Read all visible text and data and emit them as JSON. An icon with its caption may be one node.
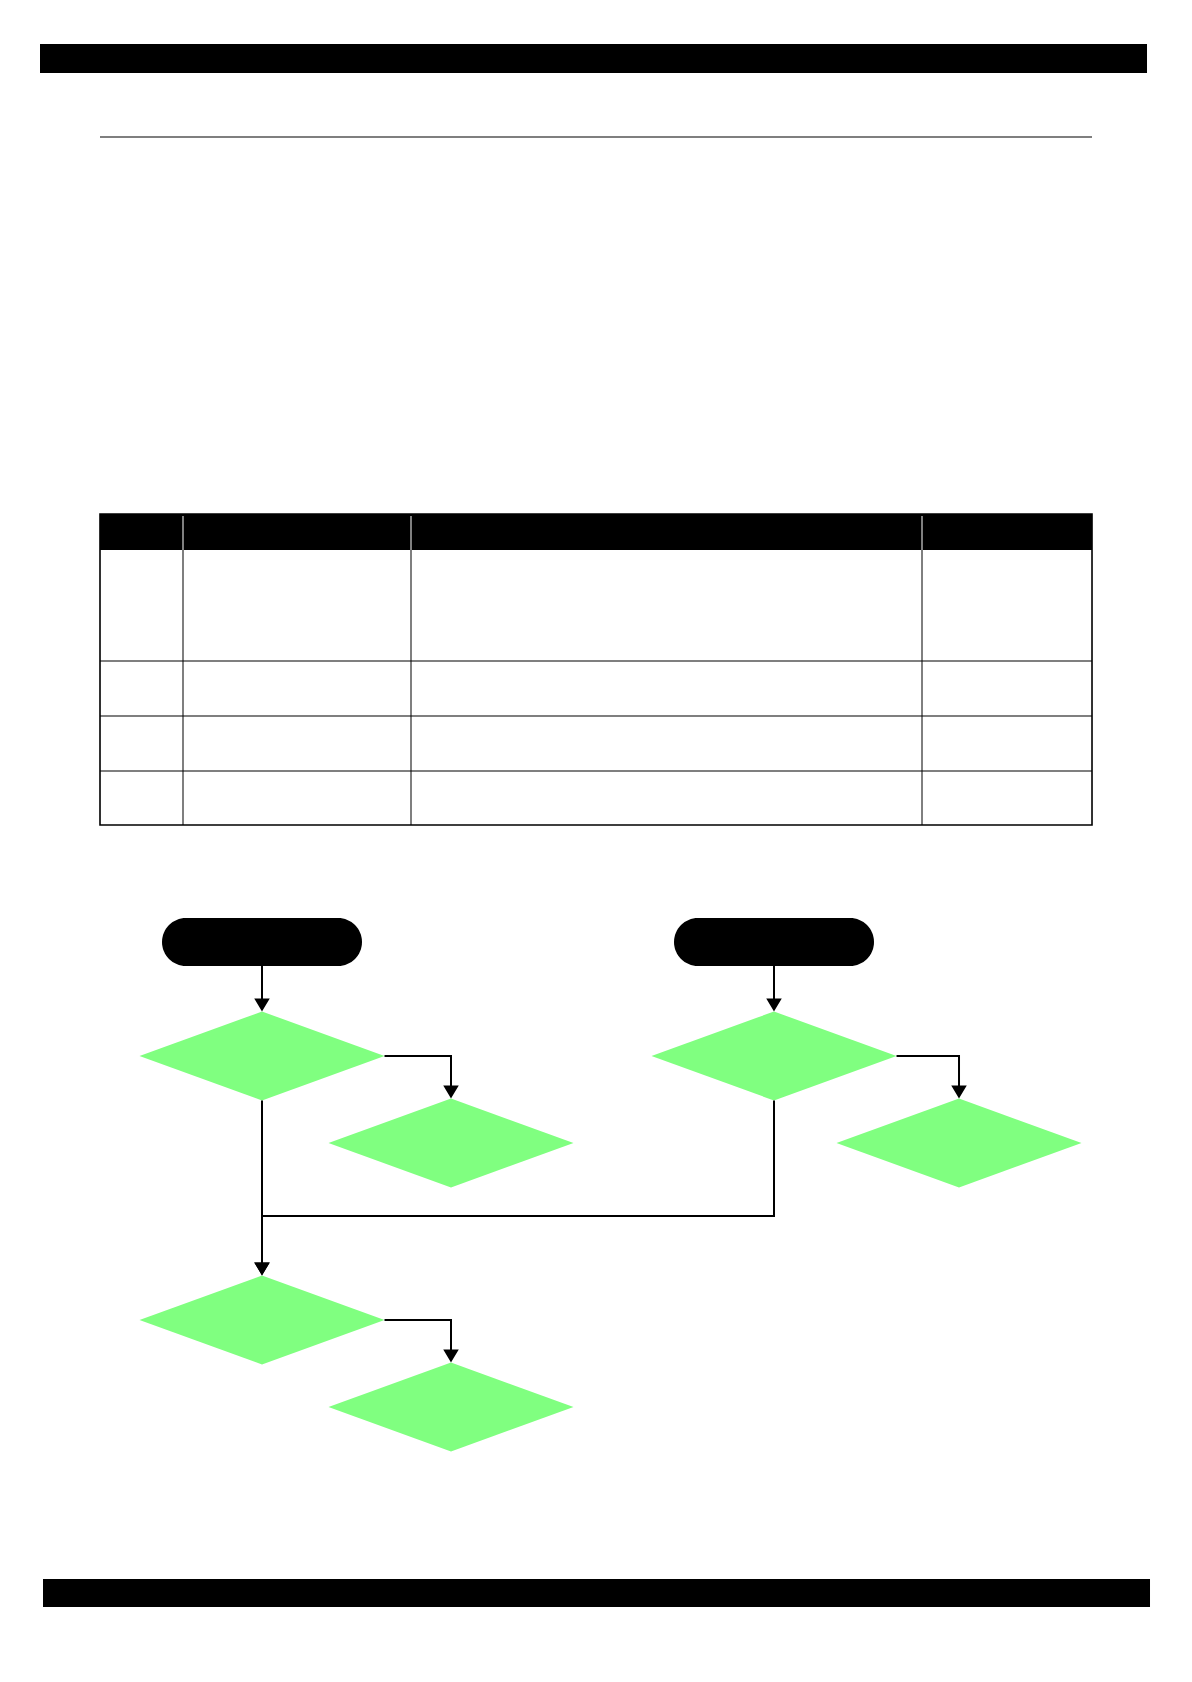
{
  "diagram": {
    "nodes": [
      {
        "text": [],
        "shape": "box"
      },
      {
        "text": [],
        "shape": "box"
      },
      {
        "text": [],
        "shape": "diamond"
      },
      {
        "text": [],
        "shape": "diamond"
      },
      {
        "text": [],
        "shape": "diamond"
      },
      {
        "text": [],
        "shape": "diamond"
      },
      {
        "text": [],
        "shape": "diamond"
      },
      {
        "text": [],
        "shape": "diamond"
      }
    ],
    "edges": [
      {
        "from": 0,
        "to": 2,
        "arrow": "to"
      },
      {
        "from": 1,
        "to": 3,
        "arrow": "to"
      },
      {
        "from": 2,
        "to": 4,
        "arrow": "to"
      },
      {
        "from": 3,
        "to": 5,
        "arrow": "to"
      },
      {
        "from": 2,
        "to": 6,
        "arrow": "to"
      },
      {
        "from": 3,
        "to": 6,
        "arrow": "to"
      },
      {
        "from": 6,
        "to": 7,
        "arrow": "to"
      }
    ]
  }
}
